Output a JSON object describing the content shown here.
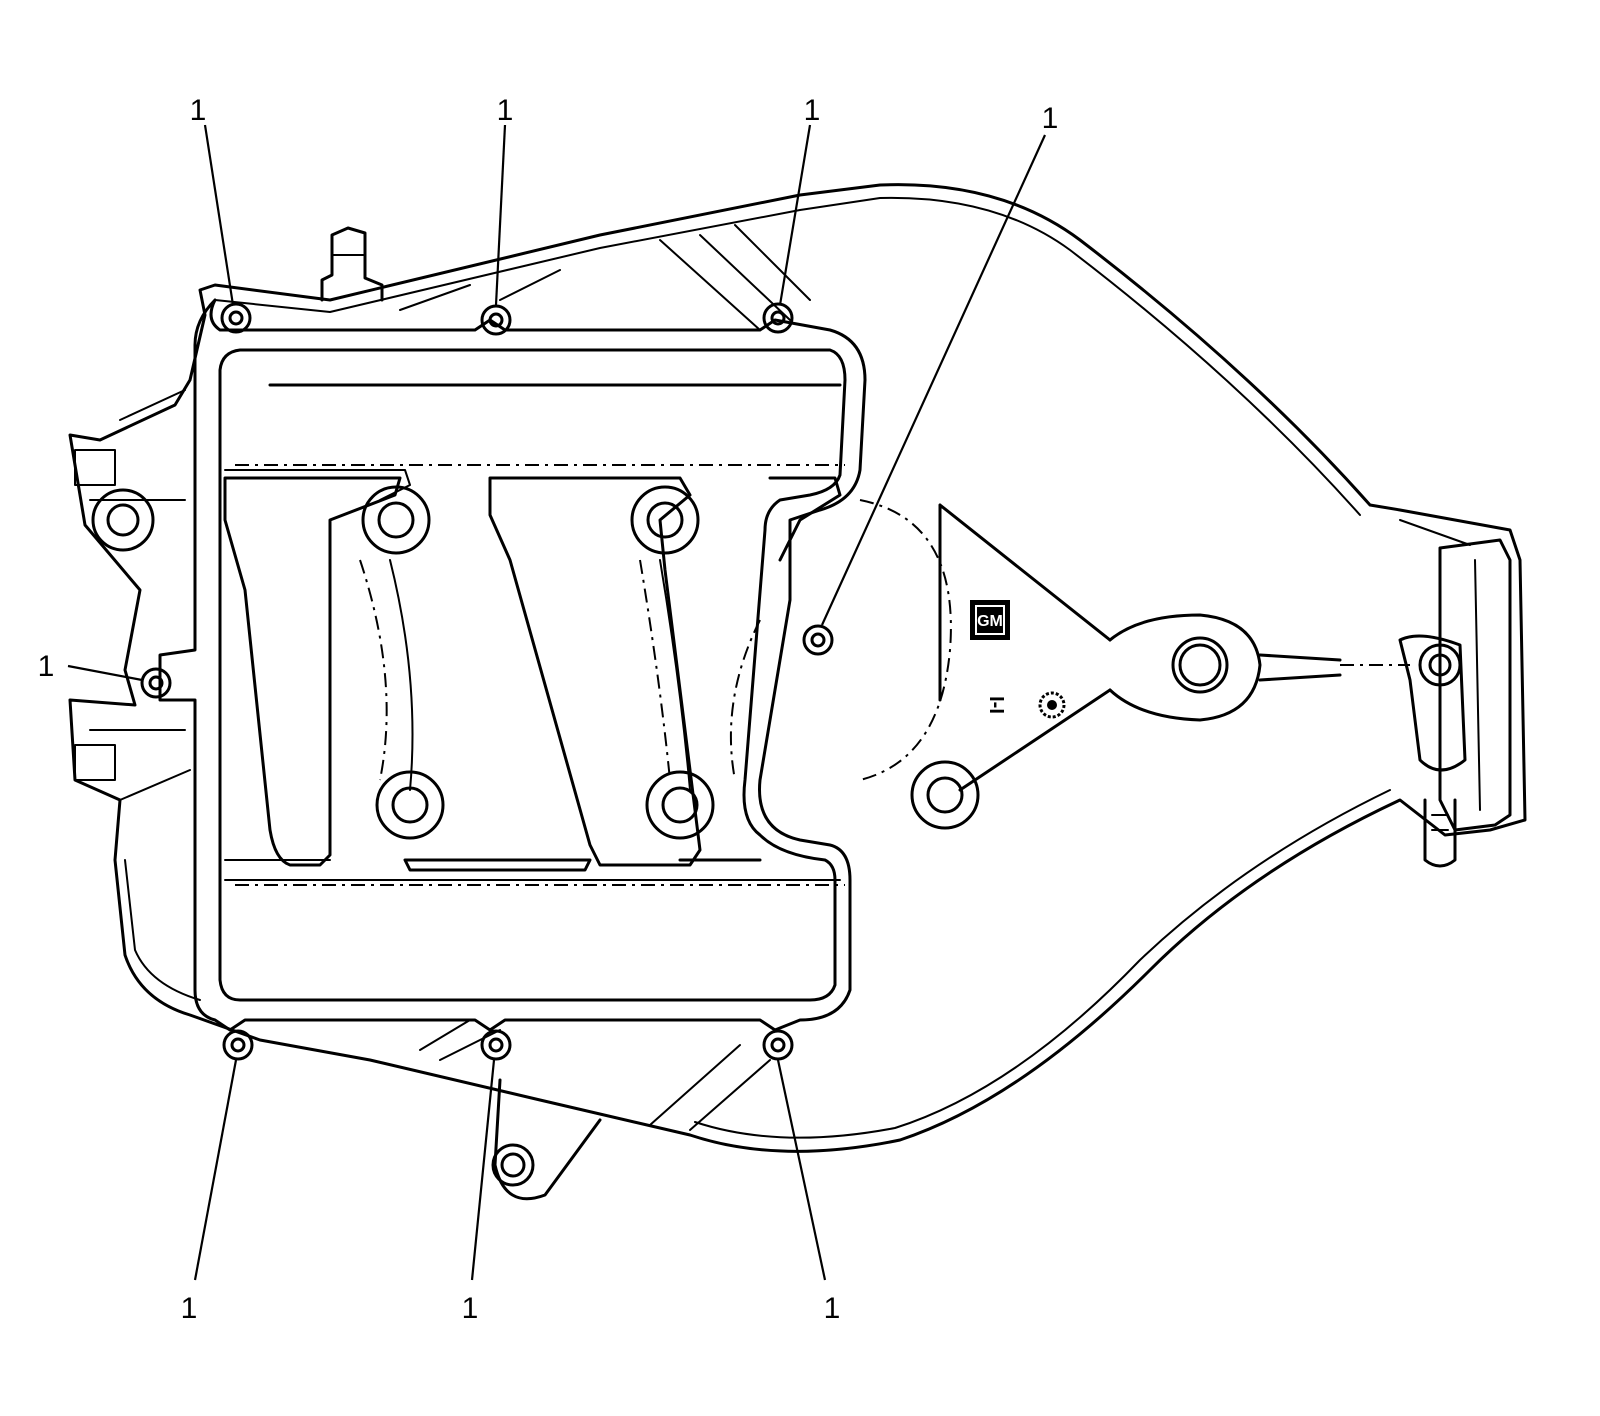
{
  "diagram": {
    "callouts": [
      {
        "label": "1"
      },
      {
        "label": "1"
      },
      {
        "label": "1"
      },
      {
        "label": "1"
      },
      {
        "label": "1"
      },
      {
        "label": "1"
      },
      {
        "label": "1"
      },
      {
        "label": "1"
      }
    ],
    "symbols": {
      "logo": "GM",
      "part_code": "I-I"
    }
  }
}
